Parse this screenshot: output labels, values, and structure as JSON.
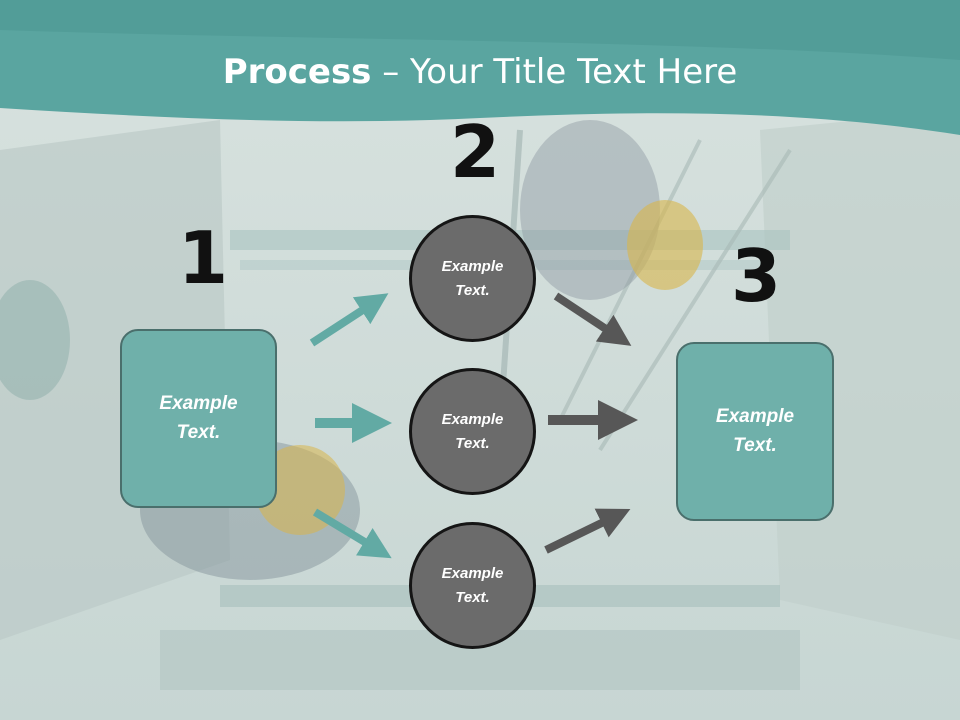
{
  "title": {
    "bold": "Process",
    "rest": " – Your Title Text Here"
  },
  "steps": [
    {
      "number": "1",
      "label": "Example Text."
    },
    {
      "number": "2",
      "label": "Example Text."
    },
    {
      "number": "3",
      "label": "Example Text."
    }
  ],
  "circles": [
    {
      "label": "Example Text."
    },
    {
      "label": "Example Text."
    },
    {
      "label": "Example Text."
    }
  ],
  "colors": {
    "header": "#5aa5a0",
    "box_fill": "#6fb0aa",
    "circle_fill": "#6b6b6b",
    "teal_arrow": "#62aaa4",
    "gray_arrow": "#575757"
  }
}
